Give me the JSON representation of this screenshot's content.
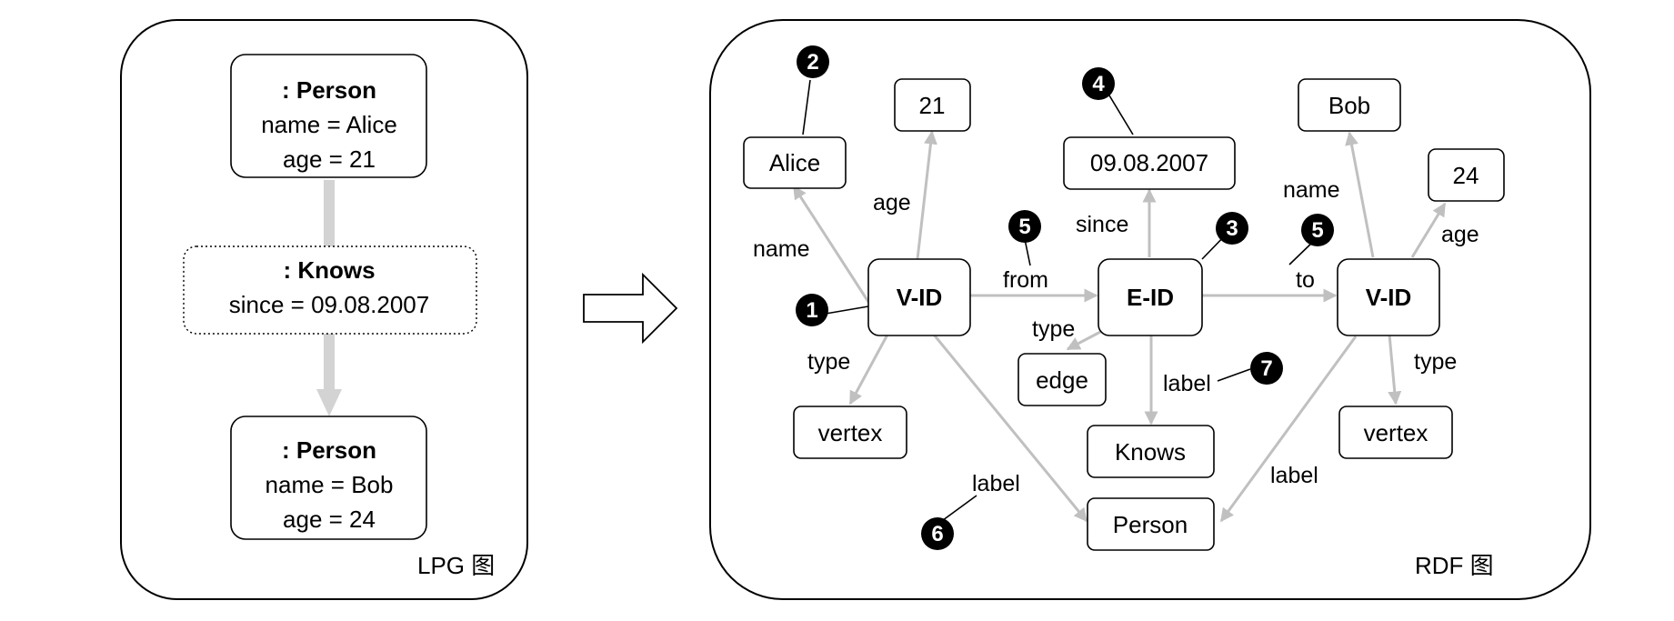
{
  "lpg": {
    "caption": "LPG 图",
    "person1": {
      "title": ": Person",
      "name": "name = Alice",
      "age": "age = 21"
    },
    "knows": {
      "title": ": Knows",
      "since": "since = 09.08.2007"
    },
    "person2": {
      "title": ": Person",
      "name": "name = Bob",
      "age": "age = 24"
    }
  },
  "rdf": {
    "caption": "RDF 图",
    "nodes": {
      "vid_left": "V-ID",
      "eid": "E-ID",
      "vid_right": "V-ID",
      "alice": "Alice",
      "age21": "21",
      "date": "09.08.2007",
      "bob": "Bob",
      "age24": "24",
      "vertex_left": "vertex",
      "edge": "edge",
      "knows": "Knows",
      "person": "Person",
      "vertex_right": "vertex"
    },
    "edge_labels": {
      "name_left": "name",
      "age_left": "age",
      "from": "from",
      "since": "since",
      "to": "to",
      "name_right": "name",
      "age_right": "age",
      "type_left": "type",
      "type_mid": "type",
      "label_mid": "label",
      "type_right": "type",
      "label_left": "label",
      "label_right": "label"
    },
    "markers": [
      "1",
      "2",
      "3",
      "4",
      "5",
      "5",
      "6",
      "7"
    ]
  },
  "colors": {
    "edge": "#c0c0c0",
    "lpg_edge": "#d3d3d3",
    "stroke": "#000000",
    "background": "#ffffff"
  }
}
